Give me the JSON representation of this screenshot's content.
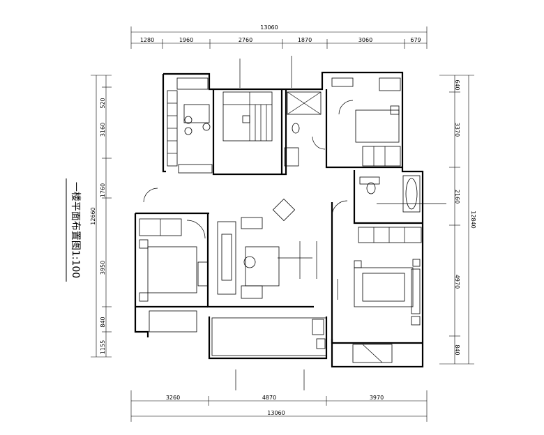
{
  "title": "一楼平面布置图1:100",
  "dimensions": {
    "top_total": "13060",
    "top_segments": [
      "1280",
      "1960",
      "2760",
      "1870",
      "3060",
      "679"
    ],
    "bottom_total": "13060",
    "bottom_segments": [
      "3260",
      "4870",
      "3970"
    ],
    "left_segments": [
      "520",
      "3160",
      "1760",
      "3950",
      "840",
      "1155"
    ],
    "left_total": "12660",
    "right_segments": [
      "640",
      "3370",
      "2160",
      "4970",
      "840"
    ],
    "right_total": "12840"
  },
  "colors": {
    "ink": "#000000",
    "paper": "#ffffff"
  }
}
